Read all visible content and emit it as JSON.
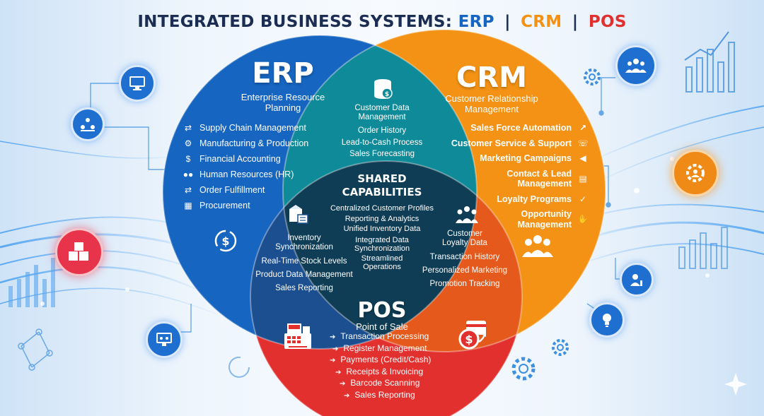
{
  "title": {
    "prefix": "INTEGRATED BUSINESS SYSTEMS:",
    "erp": "ERP",
    "sep1": "|",
    "crm": "CRM",
    "sep2": "|",
    "pos": "POS"
  },
  "colors": {
    "erp": "#1665c1",
    "crm": "#f39214",
    "pos": "#e2302f",
    "navy": "#1b2d52",
    "shared": "#0f3d55"
  },
  "erp": {
    "name": "ERP",
    "subtitle_line1": "Enterprise Resource",
    "subtitle_line2": "Planning",
    "items": [
      {
        "label": "Supply Chain Management",
        "icon": "arrows-exchange-icon"
      },
      {
        "label": "Manufacturing & Production",
        "icon": "gear-icon"
      },
      {
        "label": "Financial Accounting",
        "icon": "dollar-icon"
      },
      {
        "label": "Human Resources (HR)",
        "icon": "people-icon"
      },
      {
        "label": "Order Fulfillment",
        "icon": "arrows-exchange-icon"
      },
      {
        "label": "Procurement",
        "icon": "building-icon"
      }
    ]
  },
  "crm": {
    "name": "CRM",
    "subtitle_line1": "Customer Relationship",
    "subtitle_line2": "Management",
    "items": [
      {
        "line1": "Sales Force Automation",
        "line2": "",
        "icon": "trend-arrow-icon"
      },
      {
        "line1": "Customer Service & Support",
        "line2": "",
        "icon": "headset-icon"
      },
      {
        "line1": "Marketing Campaigns",
        "line2": "",
        "icon": "megaphone-icon"
      },
      {
        "line1": "Contact & Lead",
        "line2": "Management",
        "icon": "contact-card-icon"
      },
      {
        "line1": "Loyalty Programs",
        "line2": "",
        "icon": "thumbs-up-icon"
      },
      {
        "line1": "Opportunity",
        "line2": "Management",
        "icon": "handshake-icon"
      }
    ]
  },
  "pos": {
    "name": "POS",
    "subtitle": "Point of Sale",
    "items": [
      "Transaction Processing",
      "Register Management",
      "Payments (Credit/Cash)",
      "Receipts & Invoicing",
      "Barcode Scanning",
      "Sales Reporting"
    ]
  },
  "erp_crm": {
    "line1": "Customer Data",
    "line2": "Management",
    "items": [
      "Order History",
      "Lead-to-Cash Process",
      "Sales Forecasting"
    ]
  },
  "erp_pos": {
    "line1": "Inventory",
    "line2": "Synchronization",
    "items": [
      "Real-Time Stock Levels",
      "Product Data Management",
      "Sales Reporting"
    ]
  },
  "crm_pos": {
    "line1": "Customer",
    "line2": "Loyalty Data",
    "items": [
      "Transaction History",
      "Personalized Marketing",
      "Promotion Tracking"
    ]
  },
  "shared": {
    "head1": "SHARED",
    "head2": "CAPABILITIES",
    "items": [
      "Centralized Customer Profiles",
      "Reporting & Analytics",
      "Unified Inventory Data",
      "Integrated Data",
      "Synchronization",
      "Streamlined",
      "Operations"
    ]
  }
}
